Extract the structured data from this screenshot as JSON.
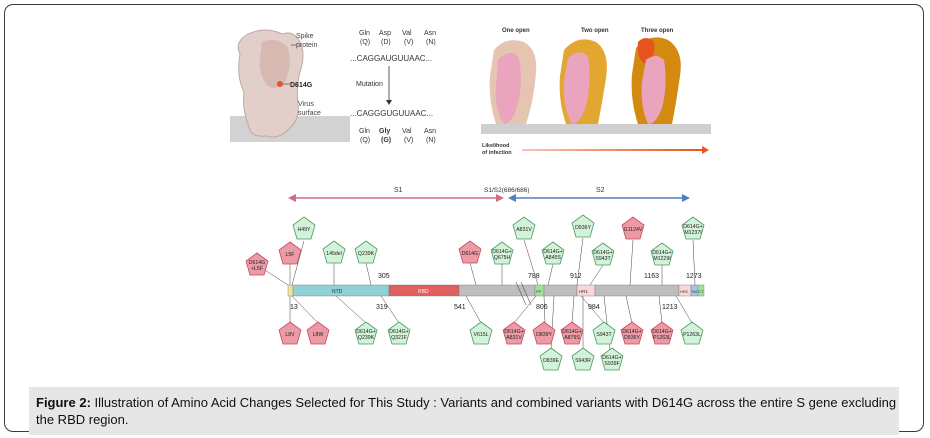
{
  "caption": {
    "label": "Figure 2:",
    "text": " Illustration of Amino Acid Changes Selected for This Study : Variants and combined variants with D614G across the entire S gene excluding the RBD region."
  },
  "top_left": {
    "spike_label_1": "Spike",
    "spike_label_2": "protein",
    "mutation_label": "D614G",
    "virus_label_1": "Virus",
    "virus_label_2": "surface",
    "codons_top": [
      "Gln",
      "Asp",
      "Val",
      "Asn"
    ],
    "codon_abbr_top": [
      "(Q)",
      "(D)",
      "(V)",
      "(N)"
    ],
    "seq_top": "...CAGGAUGUUAAC...",
    "mutation_word": "Mutation",
    "seq_bottom": "...CAGGGUGUUAAC...",
    "codons_bottom": [
      "Gln",
      "Gly",
      "Val",
      "Asn"
    ],
    "codon_abbr_bottom": [
      "(Q)",
      "(G)",
      "(V)",
      "(N)"
    ]
  },
  "top_right": {
    "states": [
      "One open",
      "Two open",
      "Three open"
    ],
    "likelihood_1": "Likelihood",
    "likelihood_2": "of infection"
  },
  "domain_map": {
    "s1": "S1",
    "cleavage": "S1/S2(686/686)",
    "s2": "S2",
    "domains": [
      "NTD",
      "RBD",
      "FP",
      "HR1",
      "HR2",
      "TM",
      "CT"
    ],
    "positions_above": [
      "305",
      "788",
      "912",
      "1163",
      "1273"
    ],
    "positions_below": [
      "13",
      "319",
      "541",
      "806",
      "984",
      "1213"
    ]
  },
  "variants_above": [
    {
      "label": "D614G +L5F",
      "color": "red"
    },
    {
      "label": "L5F",
      "color": "red"
    },
    {
      "label": "H49Y",
      "color": "green"
    },
    {
      "label": "145del",
      "color": "green"
    },
    {
      "label": "Q239K",
      "color": "green"
    },
    {
      "label": "D614G",
      "color": "red"
    },
    {
      "label": "A831V",
      "color": "green"
    },
    {
      "label": "D614G+ Q675H",
      "color": "green"
    },
    {
      "label": "D614G+ A845S",
      "color": "green"
    },
    {
      "label": "D936Y",
      "color": "green"
    },
    {
      "label": "D614G+ S943T",
      "color": "green"
    },
    {
      "label": "G1124V",
      "color": "red"
    },
    {
      "label": "D614G+ M1229I",
      "color": "green"
    },
    {
      "label": "D614G+ M1237I",
      "color": "green"
    }
  ],
  "variants_below": [
    {
      "label": "L8V",
      "color": "red"
    },
    {
      "label": "L8W",
      "color": "red"
    },
    {
      "label": "D614G+ Q239K",
      "color": "green"
    },
    {
      "label": "D614G+ Q321F",
      "color": "green"
    },
    {
      "label": "V615L",
      "color": "green"
    },
    {
      "label": "D614G+ A831V",
      "color": "red"
    },
    {
      "label": "D839Y",
      "color": "red"
    },
    {
      "label": "D614G+ A879S",
      "color": "red"
    },
    {
      "label": "D839E",
      "color": "green"
    },
    {
      "label": "S943T",
      "color": "green"
    },
    {
      "label": "S943R",
      "color": "green"
    },
    {
      "label": "D614G+ S939F",
      "color": "green"
    },
    {
      "label": "D614G+ D936Y",
      "color": "red"
    },
    {
      "label": "D614G+ P1263L",
      "color": "red"
    },
    {
      "label": "P1263L",
      "color": "green"
    }
  ],
  "colors": {
    "red_fill": "#ec9aa5",
    "red_stroke": "#c9485a",
    "green_fill": "#d2f2d9",
    "green_stroke": "#4a9a5e",
    "s1_arrow": "#cc6e86",
    "s2_arrow": "#4f80c0",
    "likelihood_arrow": "#e8541f",
    "ntd": "#8fd1d4",
    "rbd": "#e06060",
    "linker": "#bdbdbd"
  }
}
